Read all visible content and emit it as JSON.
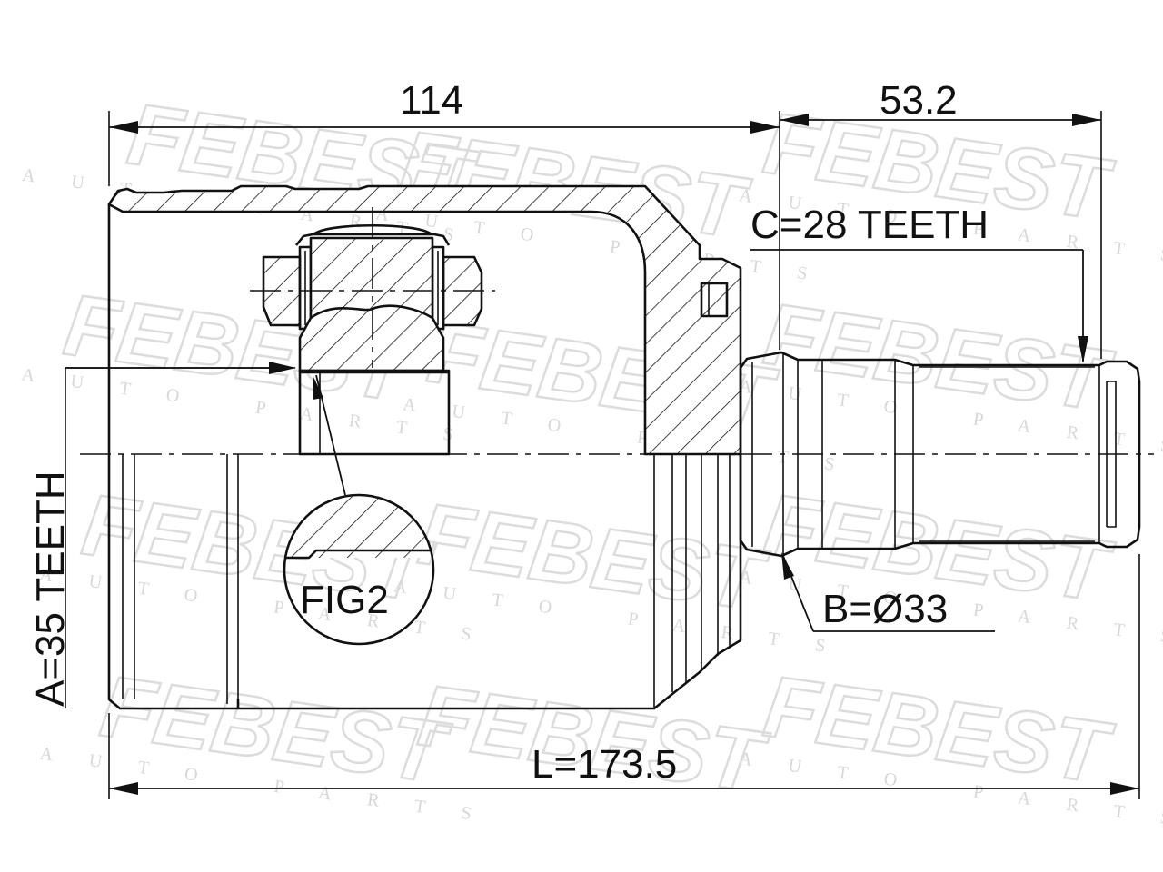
{
  "watermark": {
    "brand": "FEBEST",
    "sub": "AUTO PARTS"
  },
  "dimensions": {
    "top_left_length": "114",
    "top_right_length": "53.2",
    "outer_spline": "C=28 TEETH",
    "inner_spline": "A=35 TEETH",
    "seal_diameter": "B=Ø33",
    "total_length": "L=173.5"
  },
  "detail": {
    "label": "FIG2"
  },
  "colors": {
    "line": "#111111",
    "watermark": "#dcdcdc",
    "background": "#ffffff"
  }
}
